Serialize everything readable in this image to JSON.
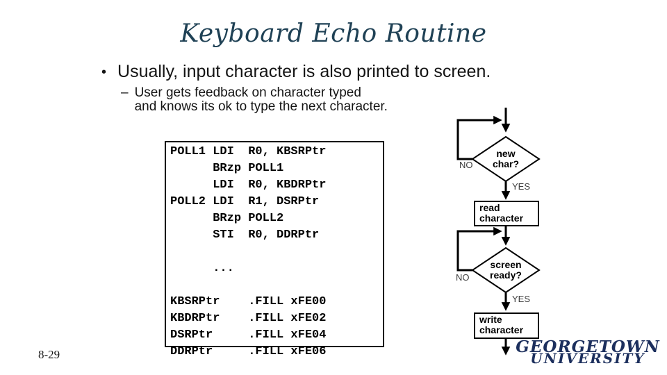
{
  "slide": {
    "title": "Keyboard Echo Routine",
    "page_number": "8-29"
  },
  "bullets": {
    "bullet_glyph": "•",
    "main": "Usually, input character is also printed to screen.",
    "dash_glyph": "–",
    "sub_line1": "User gets feedback on character typed",
    "sub_line2": "and knows its ok to type the next character."
  },
  "code_block": {
    "lines": [
      "POLL1 LDI  R0, KBSRPtr",
      "      BRzp POLL1",
      "      LDI  R0, KBDRPtr",
      "POLL2 LDI  R1, DSRPtr",
      "      BRzp POLL2",
      "      STI  R0, DDRPtr",
      "",
      "      ...",
      "",
      "KBSRPtr    .FILL xFE00",
      "KBDRPtr    .FILL xFE02",
      "DSRPtr     .FILL xFE04",
      "DDRPtr     .FILL xFE06"
    ]
  },
  "flowchart": {
    "decision_new_char": {
      "line1": "new",
      "line2": "char?"
    },
    "process_read": {
      "line1": "read",
      "line2": "character"
    },
    "decision_screen_ready": {
      "line1": "screen",
      "line2": "ready?"
    },
    "process_write": {
      "line1": "write",
      "line2": "character"
    },
    "labels": {
      "no1": "NO",
      "yes1": "YES",
      "no2": "NO",
      "yes2": "YES"
    }
  },
  "logo": {
    "line1": "GEORGETOWN",
    "line2": "UNIVERSITY"
  },
  "colors": {
    "title": "#1f4155",
    "logo": "#1c2f5d",
    "flow_line": "#000000",
    "body_text": "#141414"
  }
}
